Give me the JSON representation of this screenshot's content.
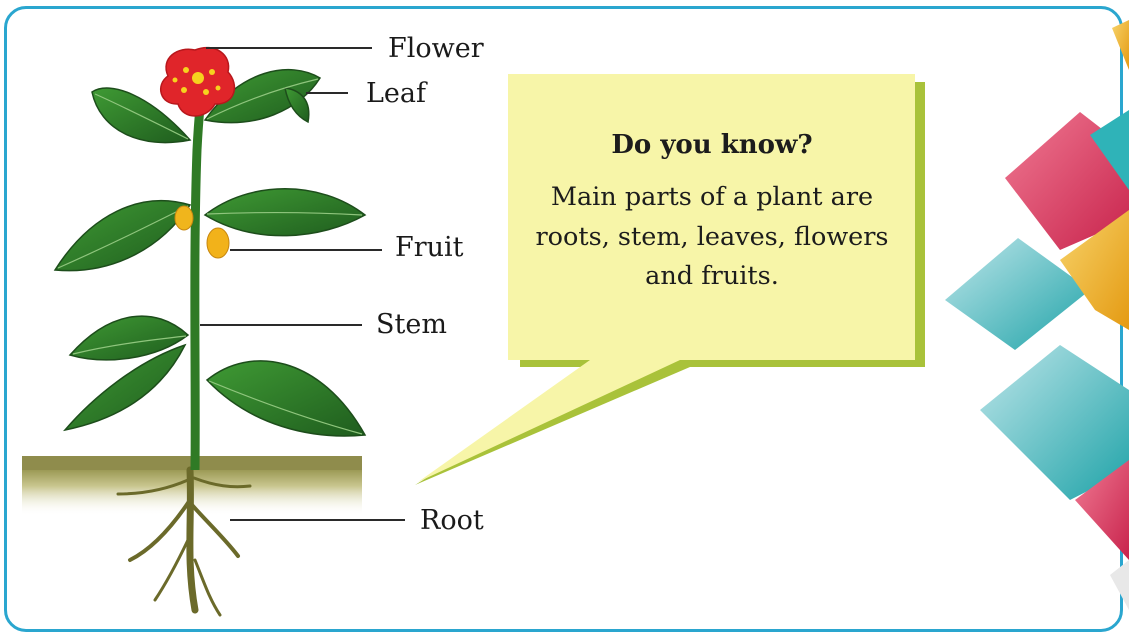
{
  "diagram": {
    "labels": {
      "flower": "Flower",
      "leaf": "Leaf",
      "fruit": "Fruit",
      "stem": "Stem",
      "root": "Root"
    }
  },
  "callout": {
    "title": "Do you know?",
    "body": "Main parts of a plant are roots, stem, leaves, flowers and fruits."
  },
  "colors": {
    "frame_border": "#2aa6cf",
    "callout_fill": "#f7f5a8",
    "callout_shadow": "#a9c23a",
    "leaf_green": "#2e7d2a",
    "flower_red": "#e0252a",
    "fruit_yellow": "#f2b21a"
  }
}
